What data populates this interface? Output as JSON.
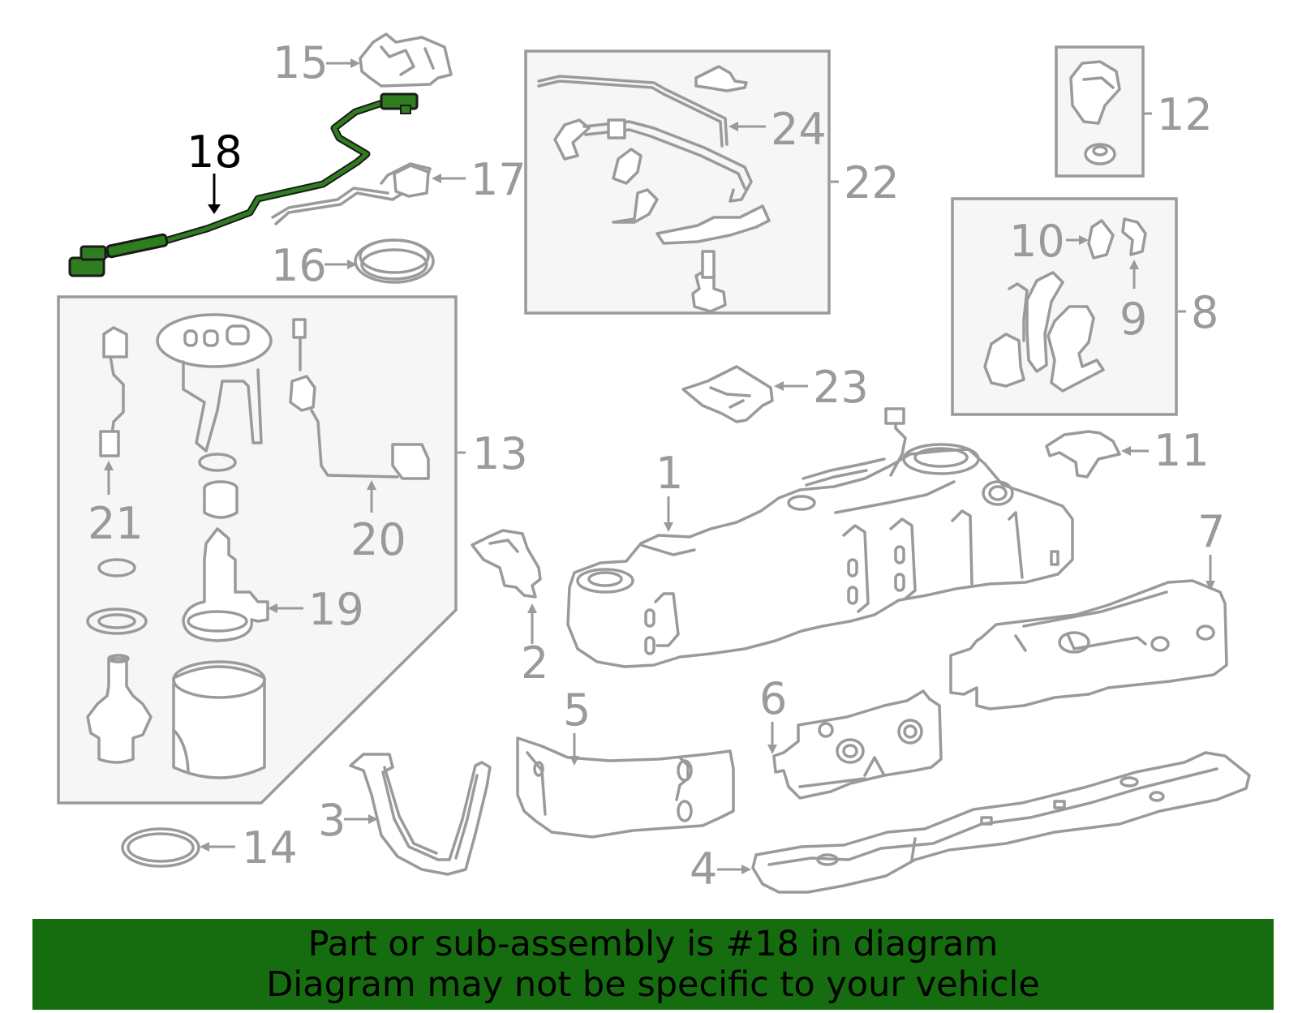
{
  "callouts": {
    "c1": "1",
    "c2": "2",
    "c3": "3",
    "c4": "4",
    "c5": "5",
    "c6": "6",
    "c7": "7",
    "c8": "8",
    "c9": "9",
    "c10": "10",
    "c11": "11",
    "c12": "12",
    "c13": "13",
    "c14": "14",
    "c15": "15",
    "c16": "16",
    "c17": "17",
    "c18": "18",
    "c19": "19",
    "c20": "20",
    "c21": "21",
    "c22": "22",
    "c23": "23",
    "c24": "24"
  },
  "highlight": {
    "part_number": "18",
    "color": "#2e7d1f"
  },
  "colors": {
    "linework": "#9a9a9a",
    "banner_bg": "#166d0f",
    "banner_text": "#000000"
  },
  "banner": {
    "line1": "Part or sub-assembly is #18 in diagram",
    "line2": "Diagram may not be specific to your vehicle"
  }
}
